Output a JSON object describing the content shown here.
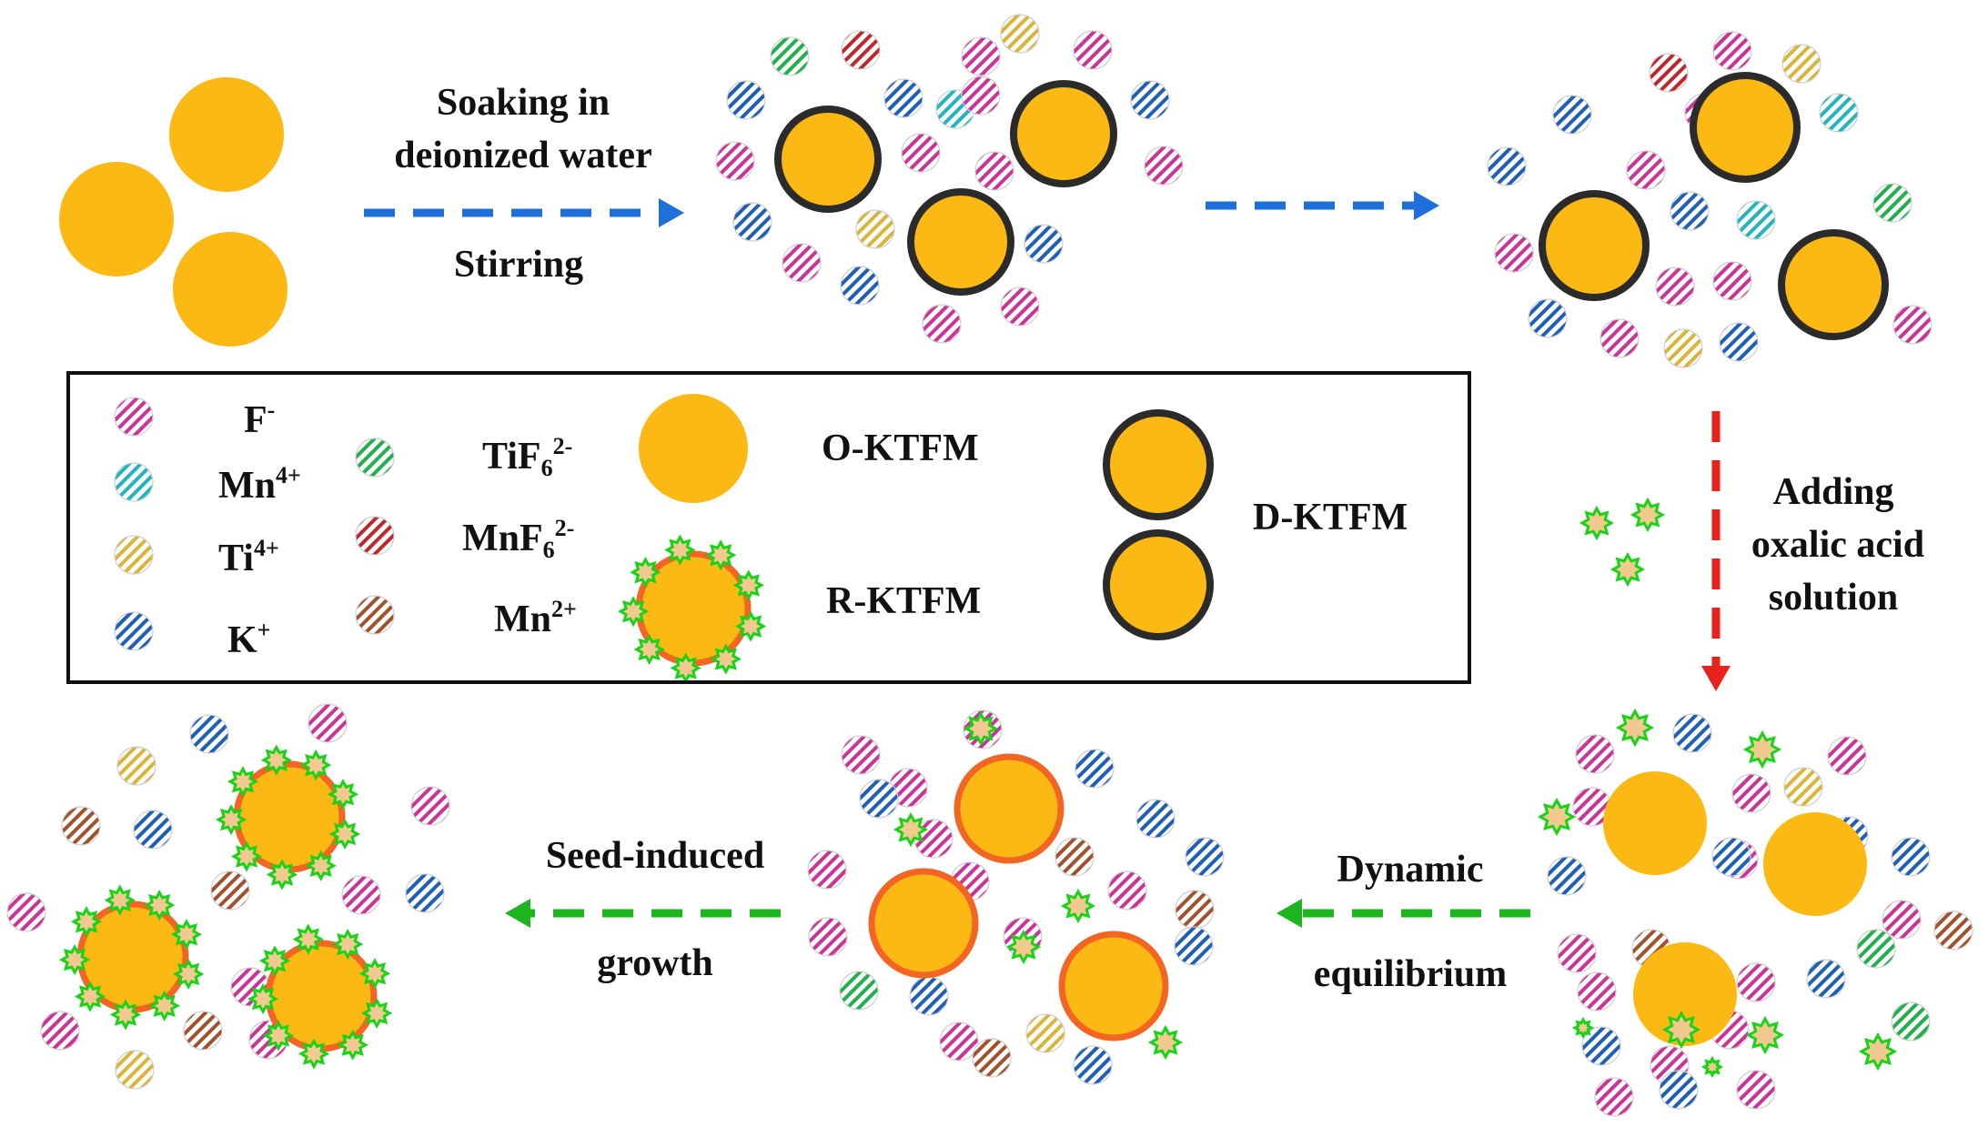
{
  "colors": {
    "particle": "#FDB913",
    "particle_edge_original": "#F9A825",
    "dark_shell": "#2b2b2b",
    "red_shell": "#F26522",
    "seed_fill": "#F2C98E",
    "seed_edge": "#19D319",
    "arrow_blue": "#1E6FD9",
    "arrow_red": "#E8231E",
    "arrow_green": "#1DB51D",
    "ion_F": "#CC3399",
    "ion_Mn4": "#22B5C0",
    "ion_Ti4": "#D9B53A",
    "ion_K": "#1F5FB5",
    "ion_TiF6": "#22B04C",
    "ion_MnF6": "#C0272D",
    "ion_Mn2": "#A0522D"
  },
  "steps": {
    "step1_line1": "Soaking in",
    "step1_line2": "deionized water",
    "step1_below": "Stirring",
    "step2_line1": "Adding",
    "step2_line2": "oxalic acid",
    "step2_line3": "solution",
    "step3_line1": "Dynamic",
    "step3_line2": "equilibrium",
    "step4_line1": "Seed-induced",
    "step4_line2": "growth"
  },
  "legend": {
    "ions": [
      {
        "key": "F",
        "base": "F",
        "sup": "-",
        "sub": "",
        "sup2": ""
      },
      {
        "key": "Mn4",
        "base": "Mn",
        "sup": "4+",
        "sub": "",
        "sup2": ""
      },
      {
        "key": "Ti4",
        "base": "Ti",
        "sup": "4+",
        "sub": "",
        "sup2": ""
      },
      {
        "key": "K",
        "base": "K",
        "sup": "+",
        "sub": "",
        "sup2": ""
      },
      {
        "key": "TiF6",
        "base": "TiF",
        "sup": "",
        "sub": "6",
        "sup2": "2-"
      },
      {
        "key": "MnF6",
        "base": "MnF",
        "sup": "",
        "sub": "6",
        "sup2": "2-"
      },
      {
        "key": "Mn2",
        "base": "Mn",
        "sup": "2+",
        "sub": "",
        "sup2": ""
      }
    ],
    "o_ktfm": "O-KTFM",
    "r_ktfm": "R-KTFM",
    "d_ktfm": "D-KTFM"
  }
}
